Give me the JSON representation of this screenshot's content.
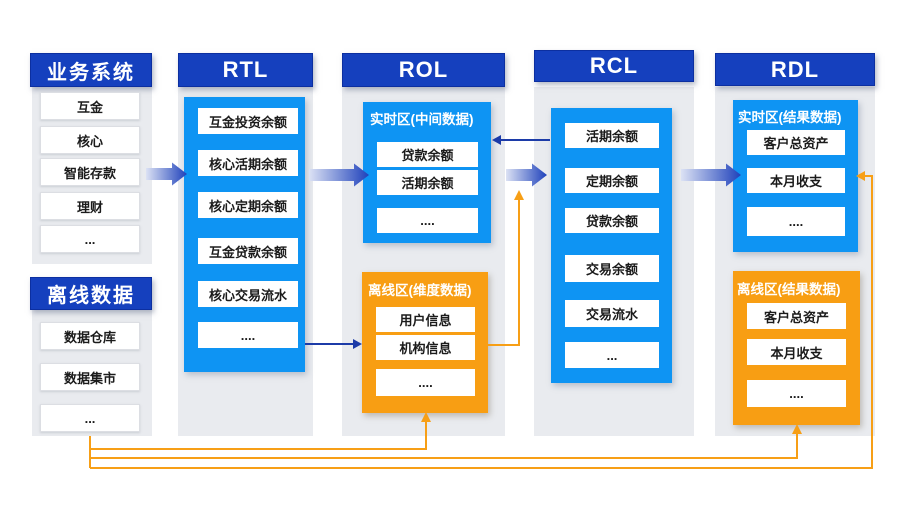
{
  "colors": {
    "header_blue": "#1540BE",
    "zone_blue": "#0E94F3",
    "zone_orange": "#F89E13",
    "connector_navy": "#1C3BA8",
    "connector_orange": "#F79F16",
    "panel_gray": "#E9EBEF",
    "big_arrow_gradient_start": "#DCE2F4",
    "big_arrow_gradient_end": "#1E41BB"
  },
  "business": {
    "header": "业务系统",
    "items": [
      "互金",
      "核心",
      "智能存款",
      "理财",
      "..."
    ]
  },
  "offline": {
    "header": "离线数据",
    "items": [
      "数据仓库",
      "数据集市",
      "..."
    ]
  },
  "rtl": {
    "header": "RTL",
    "items": [
      "互金投资余额",
      "核心活期余额",
      "核心定期余额",
      "互金贷款余额",
      "核心交易流水",
      "...."
    ]
  },
  "rol": {
    "header": "ROL",
    "realtime": {
      "title": "实时区(中间数据)",
      "items": [
        "贷款余额",
        "活期余额",
        "...."
      ]
    },
    "offline": {
      "title": "离线区(维度数据)",
      "items": [
        "用户信息",
        "机构信息",
        "...."
      ]
    }
  },
  "rcl": {
    "header": "RCL",
    "items": [
      "活期余额",
      "定期余额",
      "贷款余额",
      "交易余额",
      "交易流水",
      "..."
    ]
  },
  "rdl": {
    "header": "RDL",
    "realtime": {
      "title": "实时区(结果数据)",
      "items": [
        "客户总资产",
        "本月收支",
        "...."
      ]
    },
    "offline": {
      "title": "离线区(结果数据)",
      "items": [
        "客户总资产",
        "本月收支",
        "...."
      ]
    }
  }
}
